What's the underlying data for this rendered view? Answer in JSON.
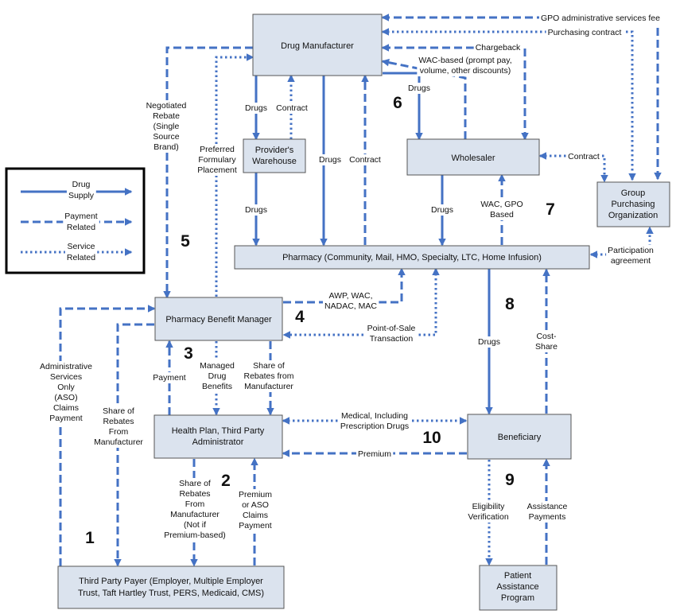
{
  "colors": {
    "arrow": "#4472c4",
    "box_fill": "#dbe3ee",
    "box_border": "#555555"
  },
  "nodes": {
    "manufacturer": [
      "Drug Manufacturer"
    ],
    "warehouse": [
      "Provider's",
      "Warehouse"
    ],
    "wholesaler": [
      "Wholesaler"
    ],
    "gpo": [
      "Group",
      "Purchasing",
      "Organization"
    ],
    "pharmacy": [
      "Pharmacy (Community, Mail, HMO, Specialty, LTC, Home Infusion)"
    ],
    "pbm": [
      "Pharmacy Benefit Manager"
    ],
    "health_plan": [
      "Health Plan, Third Party",
      "Administrator"
    ],
    "beneficiary": [
      "Beneficiary"
    ],
    "payer": [
      "Third Party Payer (Employer, Multiple Employer",
      "Trust, Taft Hartley Trust, PERS, Medicaid, CMS)"
    ],
    "pap": [
      "Patient",
      "Assistance",
      "Program"
    ]
  },
  "labels": {
    "gpo_fee": [
      "GPO administrative services fee"
    ],
    "purchasing_contract": [
      "Purchasing contract"
    ],
    "chargeback": [
      "Chargeback"
    ],
    "wac_based": [
      "WAC-based (prompt pay,",
      "volume, other discounts)"
    ],
    "drugs_mfr_wholesaler": [
      "Drugs"
    ],
    "negotiated_rebate": [
      "Negotiated",
      "Rebate",
      "(Single",
      "Source",
      "Brand)"
    ],
    "preferred_formulary": [
      "Preferred",
      "Formulary",
      "Placement"
    ],
    "drugs_mfr_warehouse": [
      "Drugs"
    ],
    "contract_warehouse": [
      "Contract"
    ],
    "drugs_mfr_pharmacy": [
      "Drugs"
    ],
    "contract_pharmacy": [
      "Contract"
    ],
    "contract_gpo": [
      "Contract"
    ],
    "drugs_warehouse_pharmacy": [
      "Drugs"
    ],
    "drugs_wholesaler_pharmacy": [
      "Drugs"
    ],
    "wac_gpo_based": [
      "WAC, GPO",
      "Based"
    ],
    "participation": [
      "Participation",
      "agreement"
    ],
    "awp": [
      "AWP, WAC,",
      "NADAC, MAC"
    ],
    "pos": [
      "Point-of-Sale",
      "Transaction"
    ],
    "aso": [
      "Administrative",
      "Services",
      "Only",
      "(ASO)",
      "Claims",
      "Payment"
    ],
    "share_pbm_payer": [
      "Share of",
      "Rebates",
      "From",
      "Manufacturer"
    ],
    "payment_hp_pbm": [
      "Payment"
    ],
    "managed_benefits": [
      "Managed",
      "Drug",
      "Benefits"
    ],
    "share_pbm_hp": [
      "Share of",
      "Rebates from",
      "Manufacturer"
    ],
    "drugs_pharmacy_beneficiary": [
      "Drugs"
    ],
    "cost_share": [
      "Cost-",
      "Share"
    ],
    "medical": [
      "Medical, Including",
      "Prescription Drugs"
    ],
    "premium": [
      "Premium"
    ],
    "share_hp_payer": [
      "Share of",
      "Rebates",
      "From",
      "Manufacturer",
      "(Not if",
      "Premium-based)"
    ],
    "premium_aso": [
      "Premium",
      "or ASO",
      "Claims",
      "Payment"
    ],
    "eligibility": [
      "Eligibility",
      "Verification"
    ],
    "assistance": [
      "Assistance",
      "Payments"
    ]
  },
  "numbers": {
    "n1": "1",
    "n2": "2",
    "n3": "3",
    "n4": "4",
    "n5": "5",
    "n6": "6",
    "n7": "7",
    "n8": "8",
    "n9": "9",
    "n10": "10"
  },
  "legend": {
    "supply": [
      "Drug",
      "Supply"
    ],
    "payment": [
      "Payment",
      "Related"
    ],
    "service": [
      "Service",
      "Related"
    ]
  }
}
